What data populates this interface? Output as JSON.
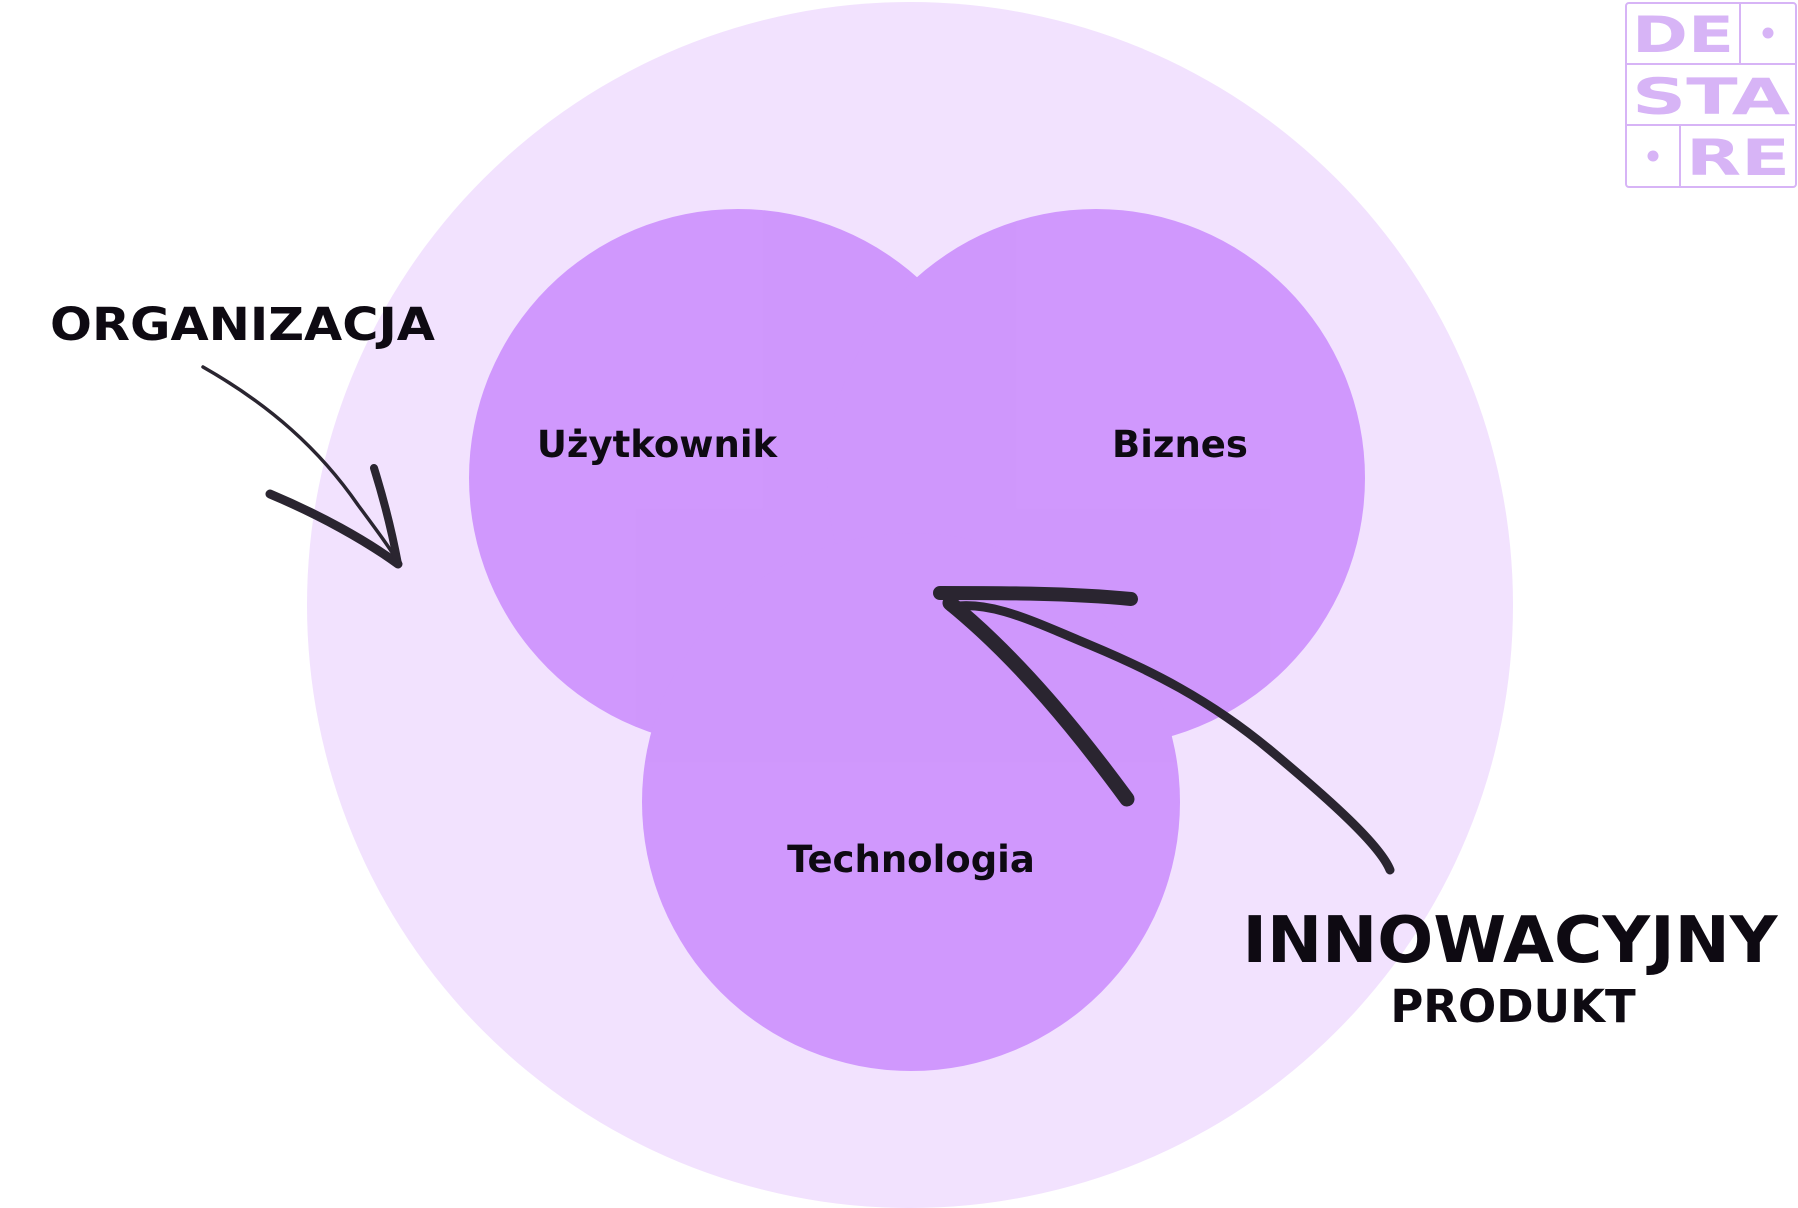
{
  "labels": {
    "organization": "ORGANIZACJA",
    "user": "Użytkownik",
    "business": "Biznes",
    "technology": "Technologia",
    "innovative": "INNOWACYJNY",
    "product": "PRODUKT"
  },
  "logo": {
    "row1_left": "DE",
    "row2": "STA",
    "row3_right": "RE"
  },
  "colors": {
    "outer_circle": "#f2e2fe",
    "inner_circle": "#c98afc",
    "logo": "#d7b4f6",
    "arrow": "#2a2530",
    "text": "#0e0a12"
  }
}
